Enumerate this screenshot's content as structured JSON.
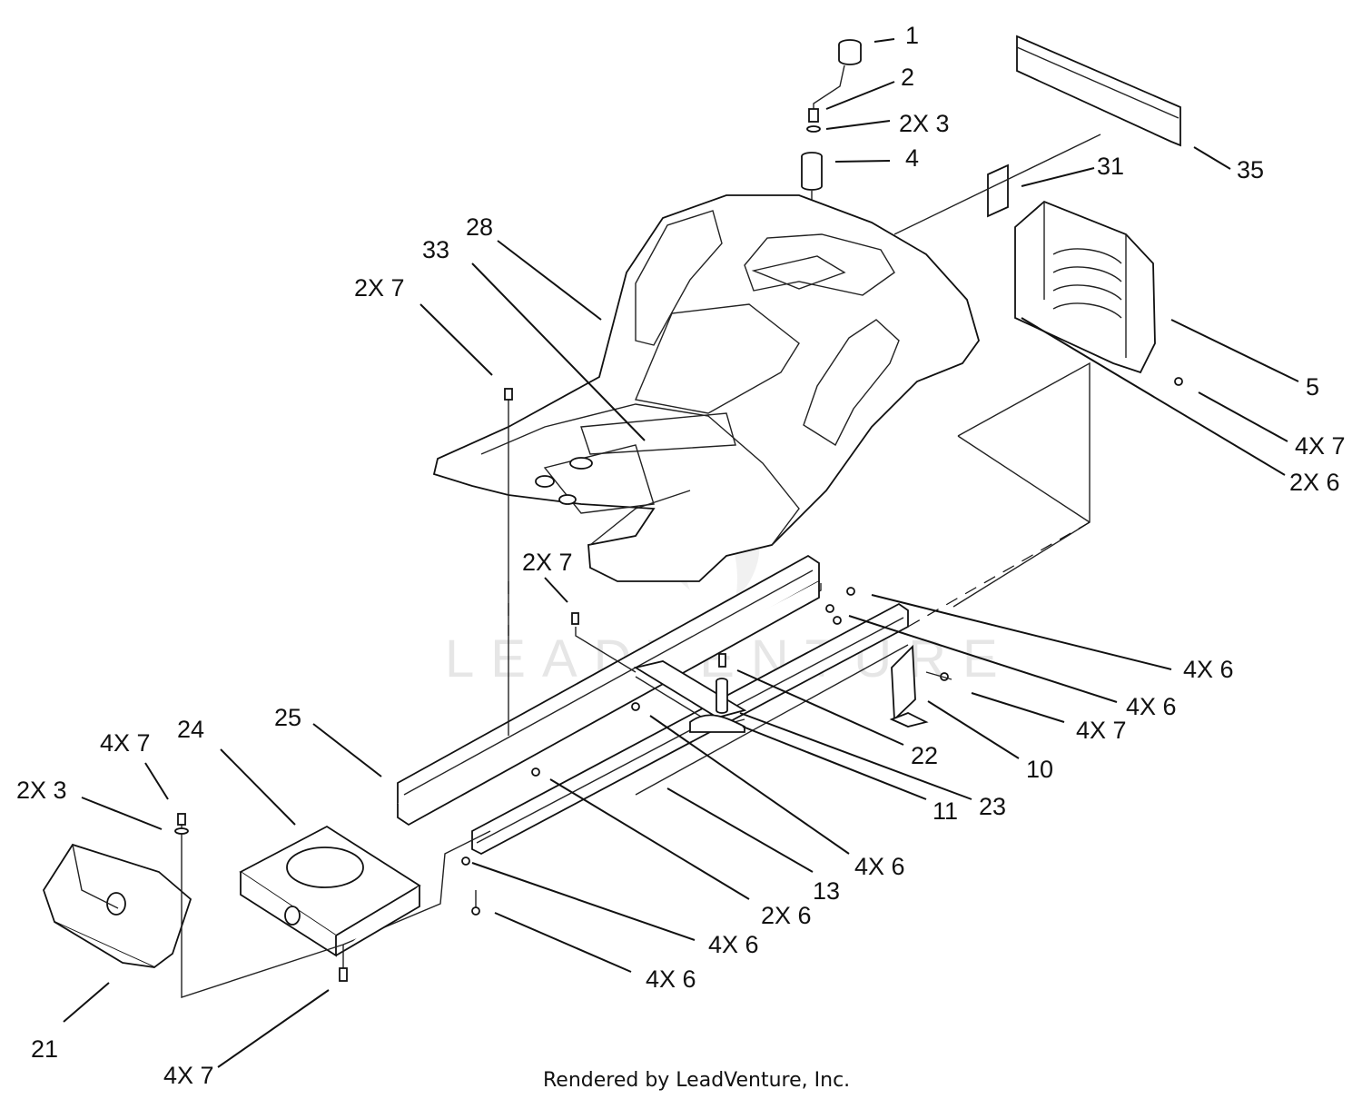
{
  "diagram": {
    "credit": "Rendered by LeadVenture, Inc.",
    "watermark": "LEADVENTURE",
    "callouts": [
      {
        "id": "c1",
        "text": "1"
      },
      {
        "id": "c2",
        "text": "2"
      },
      {
        "id": "c3",
        "text": "2X 3"
      },
      {
        "id": "c4",
        "text": "4"
      },
      {
        "id": "c35",
        "text": "35"
      },
      {
        "id": "c31",
        "text": "31"
      },
      {
        "id": "c28",
        "text": "28"
      },
      {
        "id": "c33",
        "text": "33"
      },
      {
        "id": "c7a",
        "text": "2X 7"
      },
      {
        "id": "c5",
        "text": "5"
      },
      {
        "id": "c47a",
        "text": "4X 7"
      },
      {
        "id": "c26a",
        "text": "2X 6"
      },
      {
        "id": "c7b",
        "text": "2X 7"
      },
      {
        "id": "c46a",
        "text": "4X 6"
      },
      {
        "id": "c46b",
        "text": "4X 6"
      },
      {
        "id": "c47b",
        "text": "4X 7"
      },
      {
        "id": "c22",
        "text": "22"
      },
      {
        "id": "c10",
        "text": "10"
      },
      {
        "id": "c25",
        "text": "25"
      },
      {
        "id": "c24",
        "text": "24"
      },
      {
        "id": "c47c",
        "text": "4X 7"
      },
      {
        "id": "c23b",
        "text": "2X 3"
      },
      {
        "id": "c11",
        "text": "11"
      },
      {
        "id": "c23",
        "text": "23"
      },
      {
        "id": "c46c",
        "text": "4X 6"
      },
      {
        "id": "c13",
        "text": "13"
      },
      {
        "id": "c26b",
        "text": "2X 6"
      },
      {
        "id": "c46d",
        "text": "4X 6"
      },
      {
        "id": "c46e",
        "text": "4X 6"
      },
      {
        "id": "c21",
        "text": "21"
      },
      {
        "id": "c47d",
        "text": "4X 7"
      }
    ]
  }
}
